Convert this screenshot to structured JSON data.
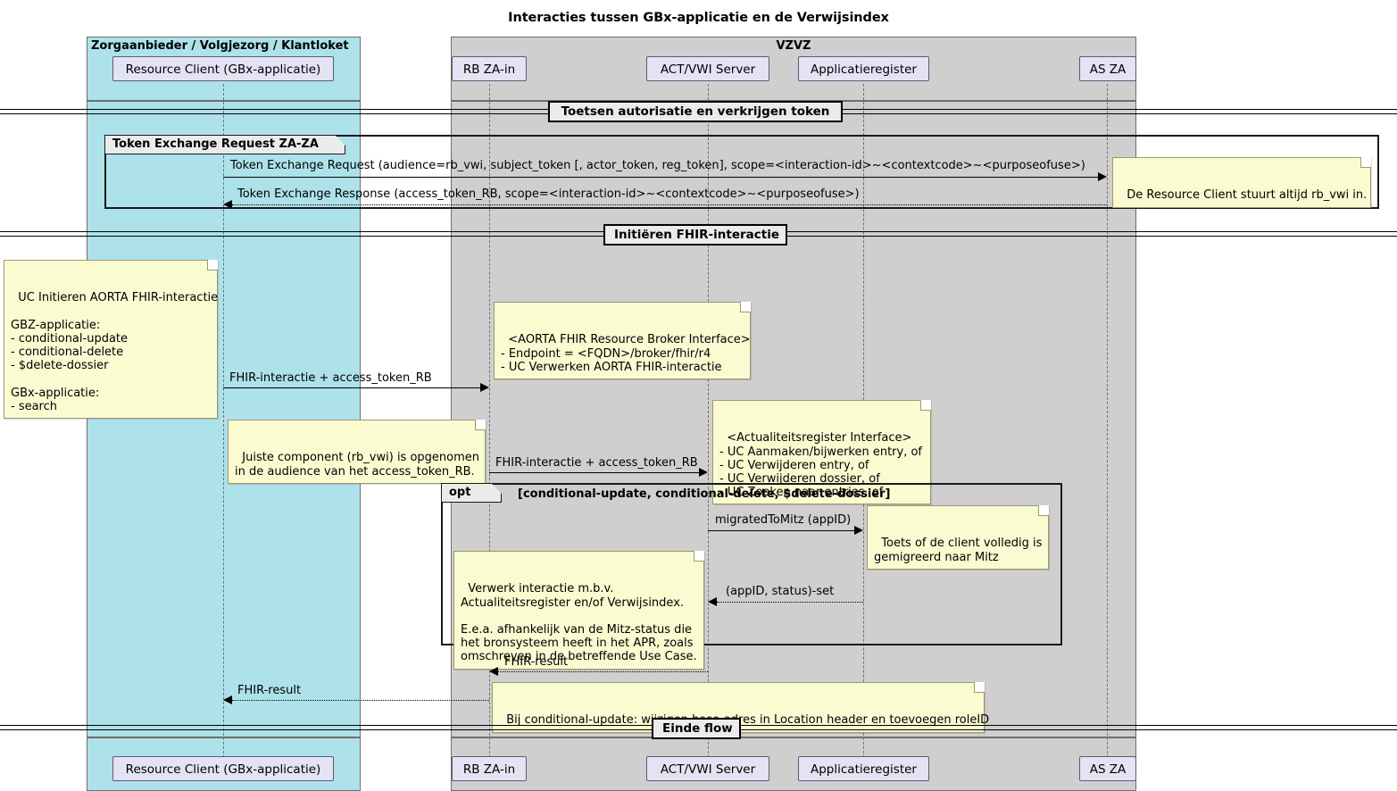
{
  "title": "Interacties tussen GBx-applicatie en de Verwijsindex",
  "groups": {
    "left": {
      "label": "Zorgaanbieder / Volgjezorg / Klantloket"
    },
    "right": {
      "label": "VZVZ"
    }
  },
  "participants": [
    {
      "name": "resource-client",
      "label": "Resource Client (GBx-applicatie)"
    },
    {
      "name": "rb-za-in",
      "label": "RB ZA-in"
    },
    {
      "name": "act-vwi-server",
      "label": "ACT/VWI Server"
    },
    {
      "name": "applicatieregister",
      "label": "Applicatieregister"
    },
    {
      "name": "as-za",
      "label": "AS ZA"
    }
  ],
  "dividers": [
    {
      "name": "divider-toetsen",
      "label": "Toetsen autorisatie en verkrijgen token"
    },
    {
      "name": "divider-initieren",
      "label": "Initiëren FHIR-interactie"
    },
    {
      "name": "divider-einde",
      "label": "Einde flow"
    }
  ],
  "fragments": [
    {
      "name": "fragment-token-exchange",
      "operator": "Token Exchange Request ZA-ZA",
      "guard": ""
    },
    {
      "name": "fragment-opt",
      "operator": "opt",
      "guard": "[conditional-update, conditional-delete, $delete-dossier]"
    }
  ],
  "messages": [
    {
      "name": "msg-token-exchange-request",
      "label": "Token Exchange Request (audience=rb_vwi, subject_token [, actor_token, reg_token], scope=<interaction-id>~<contextcode>~<purposeofuse>)"
    },
    {
      "name": "msg-token-exchange-response",
      "label": "Token Exchange Response (access_token_RB, scope=<interaction-id>~<contextcode>~<purposeofuse>)"
    },
    {
      "name": "msg-fhir-interactie-1",
      "label": "FHIR-interactie + access_token_RB"
    },
    {
      "name": "msg-fhir-interactie-2",
      "label": "FHIR-interactie + access_token_RB"
    },
    {
      "name": "msg-migrated-to-mitz",
      "label": "migratedToMitz (appID)"
    },
    {
      "name": "msg-appid-status-set",
      "label": "(appID, status)-set"
    },
    {
      "name": "msg-fhir-result-1",
      "label": "FHIR-result"
    },
    {
      "name": "msg-fhir-result-2",
      "label": "FHIR-result"
    }
  ],
  "notes": [
    {
      "name": "note-resource-client-rb-vwi",
      "text": "De Resource Client stuurt altijd rb_vwi in."
    },
    {
      "name": "note-uc-initieren",
      "text": "UC Initieren AORTA FHIR-interactie\n\nGBZ-applicatie:\n- conditional-update\n- conditional-delete\n- $delete-dossier\n\nGBx-applicatie:\n- search"
    },
    {
      "name": "note-broker-interface",
      "text": "<AORTA FHIR Resource Broker Interface>\n- Endpoint = <FQDN>/broker/fhir/r4\n- UC Verwerken AORTA FHIR-interactie"
    },
    {
      "name": "note-actualiteitsregister-interface",
      "text": "<Actualiteitsregister Interface>\n- UC Aanmaken/bijwerken entry, of\n- UC Verwijderen entry, of\n- UC Verwijderen dossier, of\n- UC Zoeken naar entries, of"
    },
    {
      "name": "note-juiste-component",
      "text": "Juiste component (rb_vwi) is opgenomen\nin de audience van het access_token_RB."
    },
    {
      "name": "note-toets-mitz",
      "text": "Toets of de client volledig is\ngemigreerd naar Mitz"
    },
    {
      "name": "note-verwerk-interactie",
      "text": "Verwerk interactie m.b.v.\nActualiteitsregister en/of Verwijsindex.\n\nE.e.a. afhankelijk van de Mitz-status die\nhet bronsysteem heeft in het APR, zoals\nomschreven in de betreffende Use Case."
    },
    {
      "name": "note-conditional-update-location",
      "text": "Bij conditional-update: wijzigen base-adres in Location header en toevoegen roleID"
    }
  ],
  "colors": {
    "group_left_fill": "#ade2ea",
    "group_right_fill": "#cfcfcf",
    "participant_fill": "#e3e3f4",
    "note_fill": "#fbfbd2",
    "divider_fill": "#ebebeb"
  }
}
